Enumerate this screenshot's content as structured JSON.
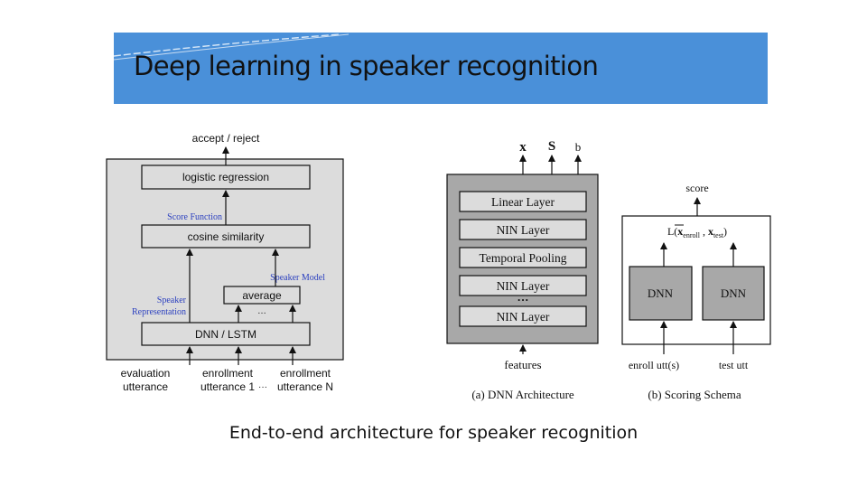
{
  "slide": {
    "title": "Deep learning in speaker recognition",
    "caption": "End-to-end architecture for speaker recognition"
  },
  "left_diagram": {
    "output": "accept / reject",
    "logistic": "logistic regression",
    "score_function": "Score Function",
    "cosine": "cosine similarity",
    "speaker_model": "Speaker Model",
    "average": "average",
    "dots": "…",
    "speaker_rep_1": "Speaker",
    "speaker_rep_2": "Representation",
    "dnn_lstm": "DNN / LSTM",
    "eval_1": "evaluation",
    "eval_2": "utterance",
    "enroll1_1": "enrollment",
    "enroll1_2": "utterance 1",
    "enrollN_1": "enrollment",
    "enrollN_2": "utterance N",
    "between_dots": "···"
  },
  "mid_diagram": {
    "out_x": "x",
    "out_s": "S",
    "out_b": "b",
    "layers": [
      "Linear Layer",
      "NIN Layer",
      "Temporal Pooling",
      "NIN Layer",
      "NIN Layer"
    ],
    "dots": "···",
    "input": "features",
    "label": "(a) DNN Architecture"
  },
  "right_diagram": {
    "score": "score",
    "loss_prefix": "L(",
    "x_enroll": "x",
    "enroll_sub": "enroll",
    "comma": " , ",
    "x_test": "x",
    "test_sub": "test",
    "loss_suffix": ")",
    "dnn_left": "DNN",
    "dnn_right": "DNN",
    "input_left": "enroll utt(s)",
    "input_right": "test utt",
    "label": "(b) Scoring Schema"
  },
  "colors": {
    "banner": "#4a90d9",
    "diagram_bg": "#dcdcdc",
    "blue_label": "#2a3fbf",
    "dark_grey": "#a8a8a8"
  }
}
